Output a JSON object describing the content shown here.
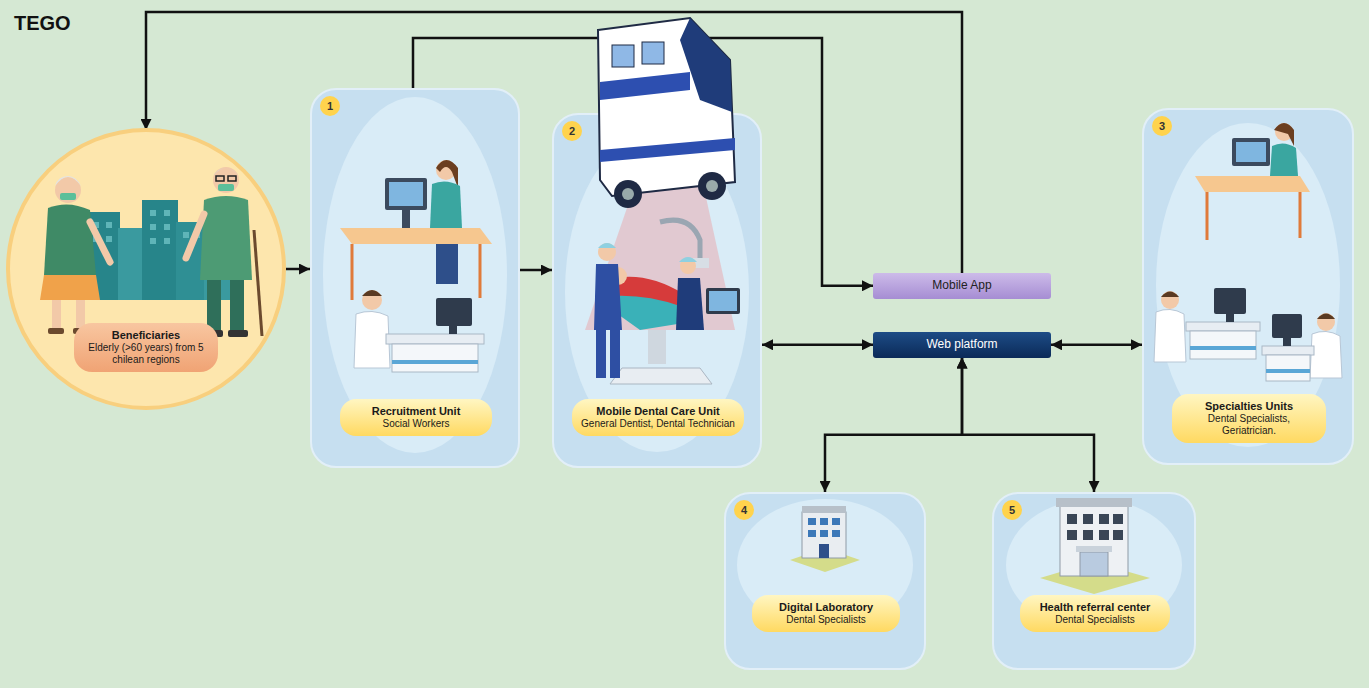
{
  "diagram": {
    "title": "TEGO",
    "nodes": [
      {
        "text": [
          "Beneficiaries",
          "Elderly (>60 years) from 5 chilean regions"
        ]
      },
      {
        "text": [
          "Recruitment Unit",
          "Social Workers"
        ]
      },
      {
        "text": [
          "Mobile Dental Care Unit",
          "General Dentist, Dental Technician"
        ]
      },
      {
        "text": [
          "Mobile App"
        ]
      },
      {
        "text": [
          "Web platform"
        ]
      },
      {
        "text": [
          "Specialties Units",
          "Dental Specialists, Geriatrician."
        ]
      },
      {
        "text": [
          "Digital Laboratory",
          "Dental Specialists"
        ]
      },
      {
        "text": [
          "Health referral center",
          "Dental Specialists"
        ]
      }
    ],
    "edges": [
      {
        "from": 0,
        "to": 1,
        "arrow": "to"
      },
      {
        "from": 1,
        "to": 2,
        "arrow": "to"
      },
      {
        "from": 1,
        "to": 3,
        "arrow": "to"
      },
      {
        "from": 3,
        "to": 0,
        "arrow": "to"
      },
      {
        "from": 2,
        "to": 4,
        "arrow": "both"
      },
      {
        "from": 4,
        "to": 5,
        "arrow": "both"
      },
      {
        "from": 4,
        "to": 6,
        "arrow": "both"
      },
      {
        "from": 4,
        "to": 7,
        "arrow": "both"
      }
    ],
    "labels": [
      "1",
      "2",
      "3",
      "4",
      "5"
    ]
  }
}
